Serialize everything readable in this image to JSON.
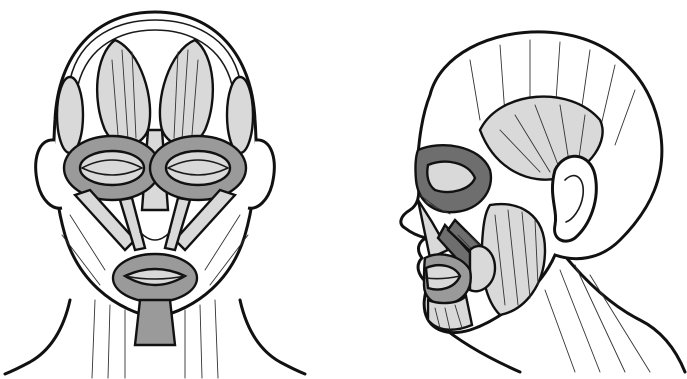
{
  "image": {
    "panels": [
      {
        "view": "front",
        "subject": "facial-muscles-frontal"
      },
      {
        "view": "side",
        "subject": "facial-muscles-lateral"
      }
    ],
    "colors": {
      "background": "#ffffff",
      "ink": "#111111",
      "shade_light": "#d9d9d9",
      "shade_mid": "#9a9a9a",
      "shade_dark": "#6e6e6e"
    }
  }
}
